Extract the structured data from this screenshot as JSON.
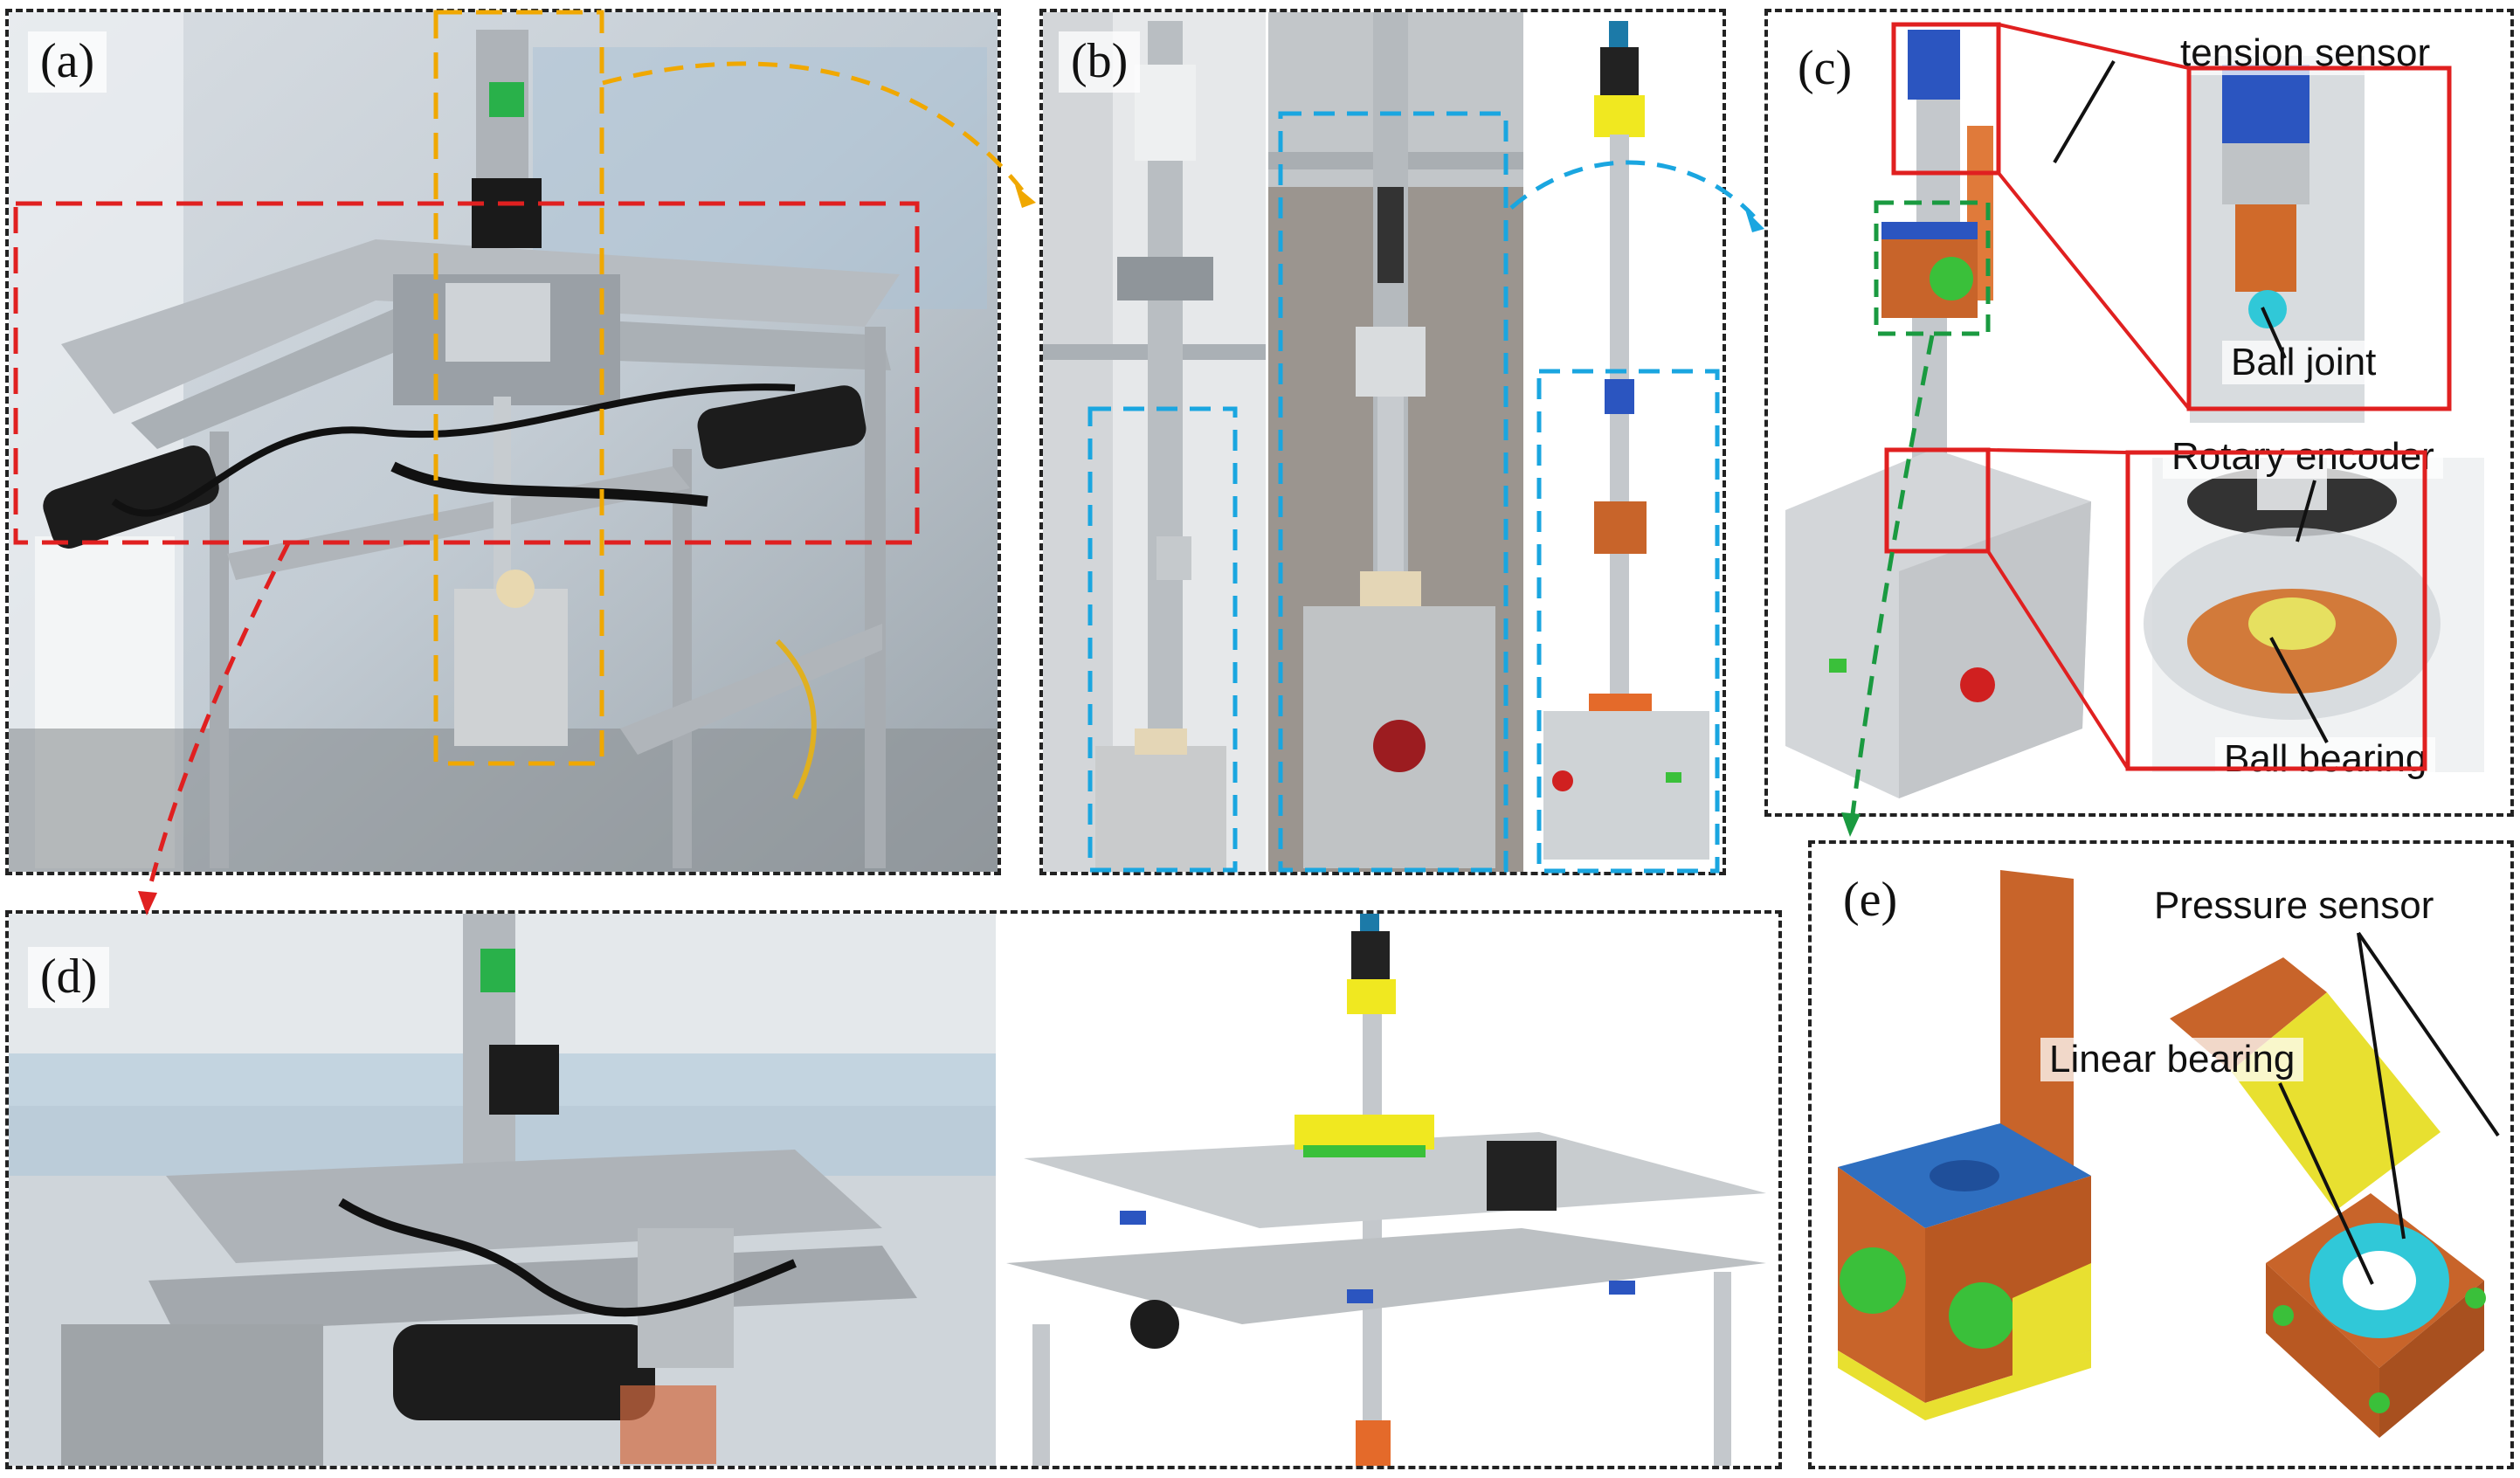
{
  "figure": {
    "panels": {
      "a": {
        "label": "(a)"
      },
      "b": {
        "label": "(b)"
      },
      "c": {
        "label": "(c)"
      },
      "d": {
        "label": "(d)"
      },
      "e": {
        "label": "(e)"
      }
    },
    "callouts": {
      "tension_sensor": "tension sensor",
      "ball_joint": "Ball joint",
      "rotary_encoder": "Rotary encoder",
      "ball_bearing": "Ball bearing",
      "pressure_sensor": "Pressure sensor",
      "linear_bearing": "Linear bearing"
    },
    "colors": {
      "frame_highlight_red": "#e02020",
      "vertical_highlight_orange": "#f0a800",
      "detail_highlight_blue": "#1aa6e0",
      "detail_highlight_green": "#1a9a40",
      "aluminum": "#b8bcc0",
      "motor_black": "#1c1c1c",
      "plate_blue": "#2f6fc0",
      "block_orange": "#c8642a",
      "part_yellow": "#e8e030",
      "bearing_cyan": "#30c8d8"
    }
  }
}
